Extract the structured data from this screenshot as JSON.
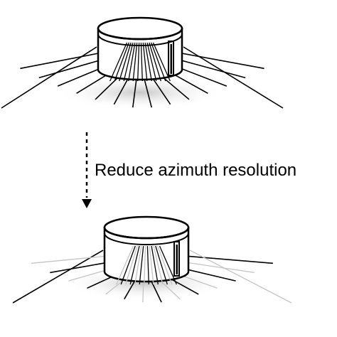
{
  "caption": "Reduce azimuth resolution",
  "colors": {
    "stroke": "#000000",
    "faded_beam": "#c4c4c4",
    "fill": "#ffffff",
    "shadow": "#bfbfbf"
  },
  "sensors": [
    {
      "id": "before",
      "beam_count": 16,
      "faded_beams": []
    },
    {
      "id": "after",
      "beam_count": 16,
      "faded_beams": [
        1,
        3,
        5,
        7,
        9,
        11,
        13,
        15
      ]
    }
  ],
  "icons": {
    "arrow": "dashed-down-arrow-icon",
    "sensor": "lidar-sensor-icon"
  }
}
